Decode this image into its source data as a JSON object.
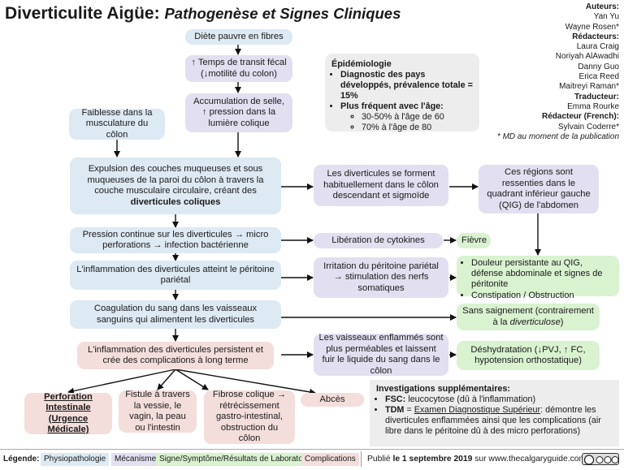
{
  "title": {
    "main": "Diverticulite Aigüe:",
    "sub": "Pathogenèse et Signes Cliniques"
  },
  "authors": {
    "authors_label": "Auteurs:",
    "authors": [
      "Yan Yu",
      "Wayne Rosen*"
    ],
    "reviewers_label": "Rédacteurs:",
    "reviewers": [
      "Laura Craig",
      "Noriyah AlAwadhi",
      "Danny Guo",
      "Erica Reed",
      "Maitreyi Raman*"
    ],
    "translator_label": "Traducteur:",
    "translator": "Emma Rourke",
    "fr_editor_label": "Rédacteur (French):",
    "fr_editor": "Sylvain Coderre*",
    "note": "* MD au moment de la publication"
  },
  "nodes": {
    "diet": "Diète pauvre en fibres",
    "transit": "↑ Temps de transit fécal (↓motilité du colon)",
    "stool": "Accumulation de selle, ↑ pression dans la lumière colique",
    "weakness": "Faiblesse dans la musculature du côlon",
    "expulsion_pre": "Expulsion des couches muqueuses et sous muqueuses de la paroi du côlon à travers la couche musculaire circulaire, créant des ",
    "expulsion_bold": "diverticules coliques",
    "form": "Les diverticules se forment habituellement dans le côlon descendant et sigmoïde",
    "quadrant": "Ces régions sont ressenties dans le quadrant inférieur gauche (QIG) de l'abdomen",
    "pressure": "Pression continue sur les diverticules → micro perforations → infection bactérienne",
    "cytokines": "Libération de cytokines",
    "fever": "Fièvre",
    "inflammation": "L'inflammation des diverticules atteint le péritoine pariétal",
    "irritation": "Irritation du péritoine pariétal → stimulation des nerfs somatiques",
    "pain_items": [
      "Douleur persistante au QIG, défense abdominale et signes de péritonite",
      "Constipation / Obstruction"
    ],
    "coagulation": "Coagulation du sang dans les vaisseaux sanguins qui alimentent les diverticules",
    "no_bleeding_pre": "Sans saignement (contrairement à la ",
    "no_bleeding_italic": "diverticulose",
    "no_bleeding_post": ")",
    "persist": "L'inflammation des diverticules persistent et crée des complications à long terme",
    "vessels": "Les vaisseaux enflammés sont plus perméables et laissent fuir le liquide du sang dans le côlon",
    "dehydration": "Déshydratation (↓PVJ, ↑ FC, hypotension orthostatique)",
    "perforation": "Perforation Intestinale (Urgence Médicale)",
    "fistula": "Fistule à travers la vessie, le vagin, la peau ou l'intestin",
    "fibrosis": "Fibrose colique → rétrécissement gastro-intestinal, obstruction du côlon",
    "abscess": "Abcès"
  },
  "epidemiology": {
    "heading": "Épidémiologie",
    "item1": "Diagnostic des pays développés, prévalence totale = 15%",
    "item2": "Plus fréquent avec l'âge:",
    "sub_items": [
      "30-50% à l'âge de 60",
      "70% à l'âge de 80"
    ]
  },
  "investigations": {
    "heading": "Investigations supplémentaires:",
    "fsc_label": "FSC:",
    "fsc_text": " leucocytose (dû à l'inflammation)",
    "tdm_label": "TDM",
    "tdm_eq": " = ",
    "tdm_exam": "Examen Diagnostique Supérieur",
    "tdm_text": ": démontre les diverticules enflammées ainsi que les complications (air libre dans le péritoine dû à des micro perforations)"
  },
  "legend": {
    "label": "Légende:",
    "items": [
      "Physiopathologie",
      "Mécanisme",
      "Signe/Symptôme/Résultats de Laboratoire",
      "Complications"
    ]
  },
  "footer": {
    "published_pre": "Publié ",
    "published_date": "le 1 septembre 2019",
    "published_post": " sur www.thecalgaryguide.com"
  },
  "colors": {
    "pathophysiology": "#dde9f3",
    "mechanism": "#e2dff0",
    "sign": "#d9f2d0",
    "complication": "#f3dedc",
    "info": "#ededed"
  }
}
